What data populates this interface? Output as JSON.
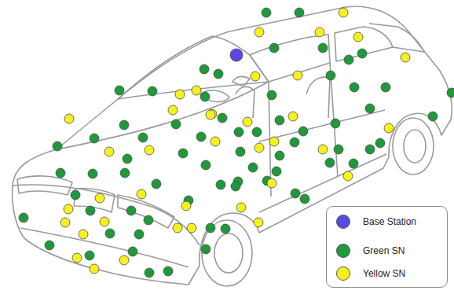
{
  "diagram": {
    "legend": [
      {
        "text": "Base Station",
        "color": "#5a48e4"
      },
      {
        "text": "Green SN",
        "color": "#1e9a3a"
      },
      {
        "text": "Yellow SN",
        "color": "#f6f11e"
      }
    ]
  }
}
